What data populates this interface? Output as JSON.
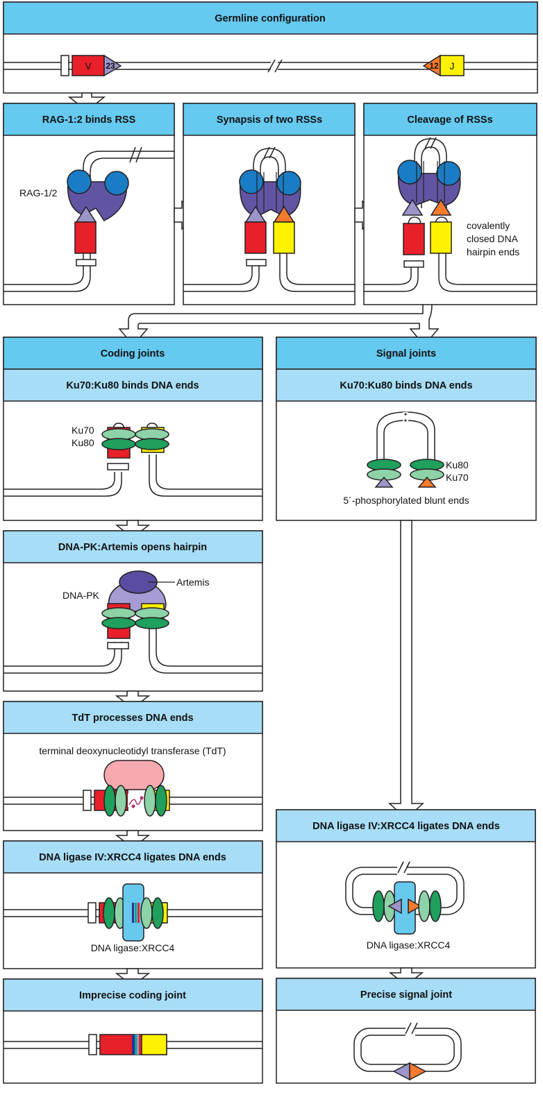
{
  "headers": {
    "germline": "Germline configuration",
    "rag_binds": "RAG-1:2 binds RSS",
    "synapsis": "Synapsis of two RSSs",
    "cleavage": "Cleavage of RSSs",
    "coding_joints": "Coding joints",
    "signal_joints": "Signal joints",
    "ku_binds_coding": "Ku70:Ku80 binds DNA ends",
    "ku_binds_signal": "Ku70:Ku80 binds DNA ends",
    "dnapk_artemis": "DNA-PK:Artemis opens hairpin",
    "tdt_processes": "TdT processes DNA ends",
    "ligase_coding": "DNA ligase IV:XRCC4 ligates DNA ends",
    "ligase_signal": "DNA ligase IV:XRCC4 ligates DNA ends",
    "imprecise": "Imprecise coding joint",
    "precise": "Precise signal joint"
  },
  "labels": {
    "v_segment": "V",
    "j_segment": "J",
    "rss23": "23",
    "rss12": "12",
    "rag12": "RAG-1/2",
    "covalently_1": "covalently",
    "covalently_2": "closed DNA",
    "covalently_3": "hairpin ends",
    "ku70_coding": "Ku70",
    "ku80_coding": "Ku80",
    "ku80_signal": "Ku80",
    "ku70_signal": "Ku70",
    "phosphorylated": "5´-phosphorylated blunt ends",
    "artemis": "Artemis",
    "dnapk": "DNA-PK",
    "tdt": "terminal deoxynucleotidyl transferase (TdT)",
    "ligase_xrcc4_coding": "DNA ligase:XRCC4",
    "ligase_xrcc4_signal": "DNA ligase:XRCC4"
  },
  "colors": {
    "header_dark": "#66C9F0",
    "header_light": "#A7DDF6",
    "v_red": "#E8202A",
    "j_yellow": "#FFF200",
    "rss23_purple": "#9D95C9",
    "rss12_orange": "#F37A2E",
    "rag_blue": "#1A7CC4",
    "rag_purple": "#6155A3",
    "ku_dark_green": "#1FA05D",
    "ku_light_green": "#8ED2A7",
    "dnapk_lavender": "#A69BD2",
    "artemis_purple": "#5A4CA0",
    "tdt_pink": "#F6A9AE",
    "ligase_blue": "#67C9EE"
  }
}
